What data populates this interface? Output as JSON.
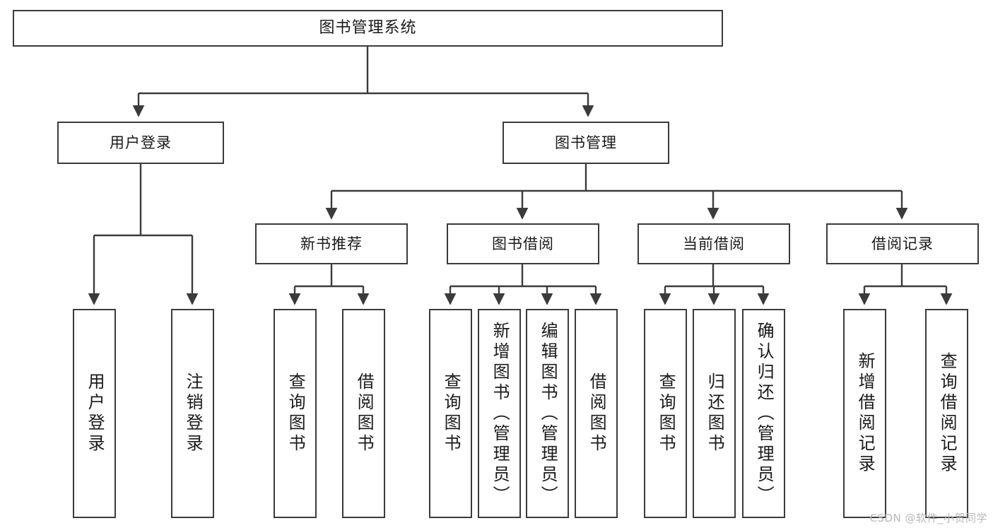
{
  "diagram": {
    "title": "图书管理系统",
    "type": "tree-hierarchy-chart",
    "orientation": "top-down",
    "box_fill": "#ffffff",
    "box_stroke": "#3b3b3b",
    "text_color": "#1a1a1a"
  },
  "nodes": {
    "root": {
      "label": "图书管理系统"
    },
    "level2": [
      {
        "label": "用户登录"
      },
      {
        "label": "图书管理"
      }
    ],
    "level3": [
      {
        "label": "新书推荐"
      },
      {
        "label": "图书借阅"
      },
      {
        "label": "当前借阅"
      },
      {
        "label": "借阅记录"
      }
    ],
    "leaves": {
      "user_login": [
        {
          "label": "用户登录"
        },
        {
          "label": "注销登录"
        }
      ],
      "new_book_recommend": [
        {
          "label": "查询图书"
        },
        {
          "label": "借阅图书"
        }
      ],
      "book_borrow": [
        {
          "label": "查询图书"
        },
        {
          "label": "新增图书（管理员）"
        },
        {
          "label": "编辑图书（管理员）"
        },
        {
          "label": "借阅图书"
        }
      ],
      "current_borrow": [
        {
          "label": "查询图书"
        },
        {
          "label": "归还图书"
        },
        {
          "label": "确认归还（管理员）"
        }
      ],
      "borrow_record": [
        {
          "label": "新增借阅记录"
        },
        {
          "label": "查询借阅记录"
        }
      ]
    }
  },
  "watermark": {
    "text": "CSDN @软件_小贺同学"
  }
}
